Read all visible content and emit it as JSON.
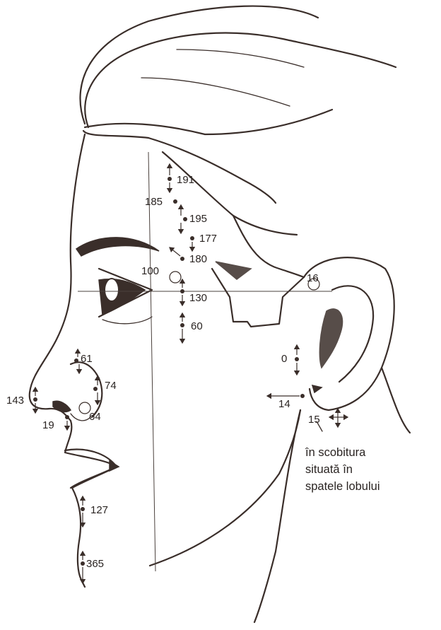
{
  "points": [
    {
      "id": "p191",
      "label": "191"
    },
    {
      "id": "p185",
      "label": "185"
    },
    {
      "id": "p195",
      "label": "195"
    },
    {
      "id": "p177",
      "label": "177"
    },
    {
      "id": "p180",
      "label": "180"
    },
    {
      "id": "p100",
      "label": "100"
    },
    {
      "id": "p130",
      "label": "130"
    },
    {
      "id": "p60",
      "label": "60"
    },
    {
      "id": "p16",
      "label": "16"
    },
    {
      "id": "p0",
      "label": "0"
    },
    {
      "id": "p14",
      "label": "14"
    },
    {
      "id": "p15",
      "label": "15"
    },
    {
      "id": "p61",
      "label": "61"
    },
    {
      "id": "p74",
      "label": "74"
    },
    {
      "id": "p143",
      "label": "143"
    },
    {
      "id": "p64",
      "label": "64"
    },
    {
      "id": "p19",
      "label": "19"
    },
    {
      "id": "p127",
      "label": "127"
    },
    {
      "id": "p365",
      "label": "365"
    }
  ],
  "note": {
    "lines": [
      "în scobitura",
      "situată în",
      "spatele lobului"
    ]
  }
}
